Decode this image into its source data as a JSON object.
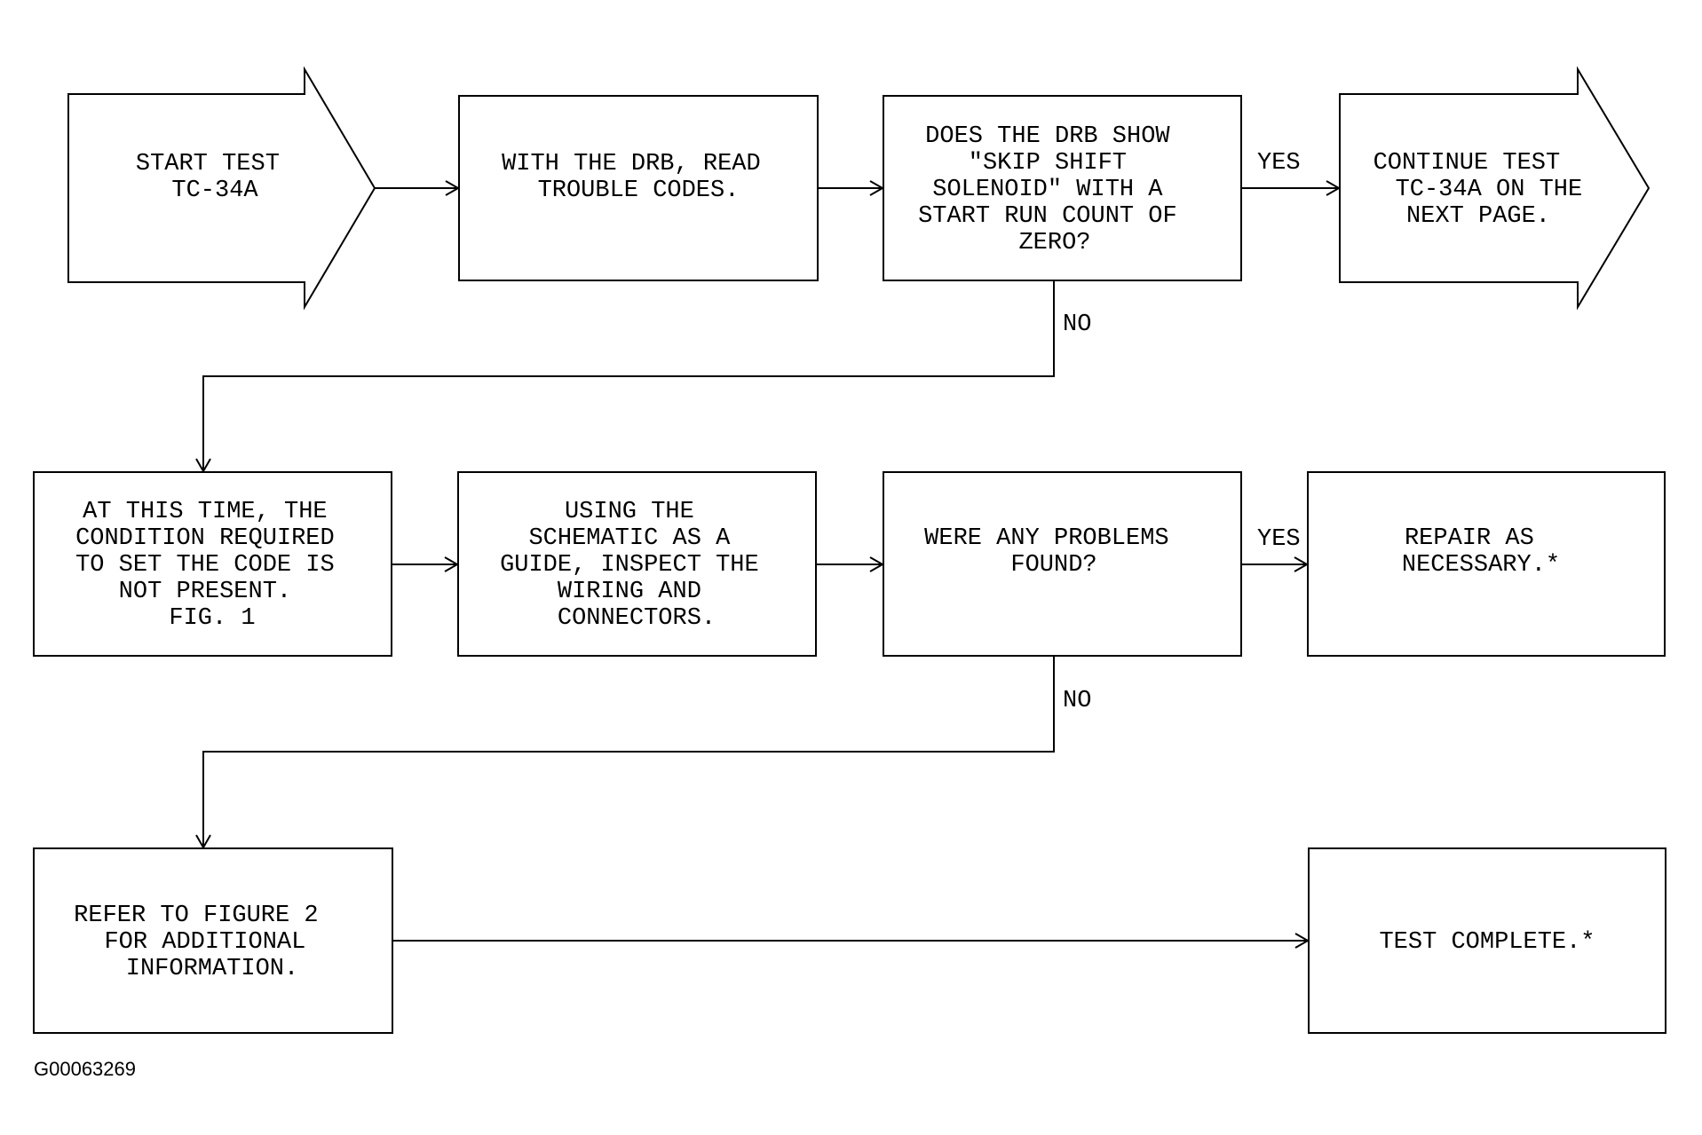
{
  "nodes": {
    "start": [
      "START TEST",
      "TC-34A"
    ],
    "read_codes": [
      "WITH THE DRB, READ",
      "TROUBLE CODES."
    ],
    "question_skip_shift": [
      "DOES THE DRB SHOW",
      "\"SKIP SHIFT",
      "SOLENOID\" WITH A",
      "START RUN COUNT OF",
      "ZERO?"
    ],
    "continue": [
      "CONTINUE TEST",
      "TC-34A ON THE",
      "NEXT PAGE."
    ],
    "not_present": [
      "AT THIS TIME, THE",
      "CONDITION REQUIRED",
      "TO SET THE CODE IS",
      "NOT PRESENT.",
      "FIG. 1"
    ],
    "inspect": [
      "USING THE",
      "SCHEMATIC AS A",
      "GUIDE, INSPECT THE",
      "WIRING AND",
      "CONNECTORS."
    ],
    "question_problems": [
      "WERE ANY PROBLEMS",
      "FOUND?"
    ],
    "repair": [
      "REPAIR AS",
      "NECESSARY.*"
    ],
    "refer_figure": [
      "REFER TO FIGURE 2",
      "FOR ADDITIONAL",
      "INFORMATION."
    ],
    "complete": [
      "TEST COMPLETE.*"
    ]
  },
  "labels": {
    "yes_1": "YES",
    "no_1": "NO",
    "yes_2": "YES",
    "no_2": "NO"
  },
  "figure_id": "G00063269"
}
